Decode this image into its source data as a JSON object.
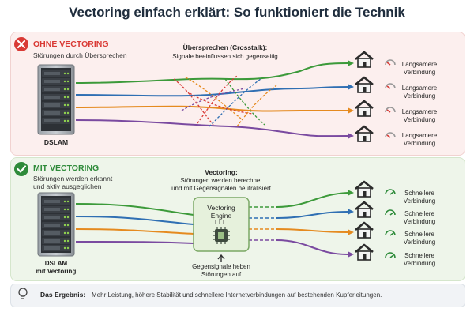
{
  "title": "Vectoring einfach erklärt: So funktioniert die Technik",
  "without": {
    "heading": "OHNE VECTORING",
    "subtitle": "Störungen durch Übersprechen",
    "crosstalk_title": "Übersprechen (Crosstalk):",
    "crosstalk_desc": "Signale beeinflussen sich gegenseitig",
    "dslam_label": "DSLAM",
    "house_label_line1": "Langsamere",
    "house_label_line2": "Verbindung"
  },
  "with": {
    "heading": "MIT VECTORING",
    "subtitle_line1": "Störungen werden erkannt",
    "subtitle_line2": "und aktiv ausgeglichen",
    "vectoring_title": "Vectoring:",
    "vectoring_desc_line1": "Störungen werden berechnet",
    "vectoring_desc_line2": "und mit Gegensignalen neutralisiert",
    "engine_line1": "Vectoring",
    "engine_line2": "Engine",
    "counter_line1": "Gegensignale heben",
    "counter_line2": "Störungen auf",
    "dslam_line1": "DSLAM",
    "dslam_line2": "mit Vectoring",
    "house_label_line1": "Schnellere",
    "house_label_line2": "Verbindung"
  },
  "footer": {
    "label": "Das Ergebnis:",
    "text": "Mehr Leistung, höhere Stabilität und schnellere Internetverbindungen auf bestehenden Kupferleitungen."
  },
  "colors": {
    "line_green": "#3c9a3a",
    "line_blue": "#2f6fb3",
    "line_orange": "#e58a1f",
    "line_purple": "#7a4aa0",
    "bad": "#d93a35",
    "good": "#2e8b3a"
  }
}
